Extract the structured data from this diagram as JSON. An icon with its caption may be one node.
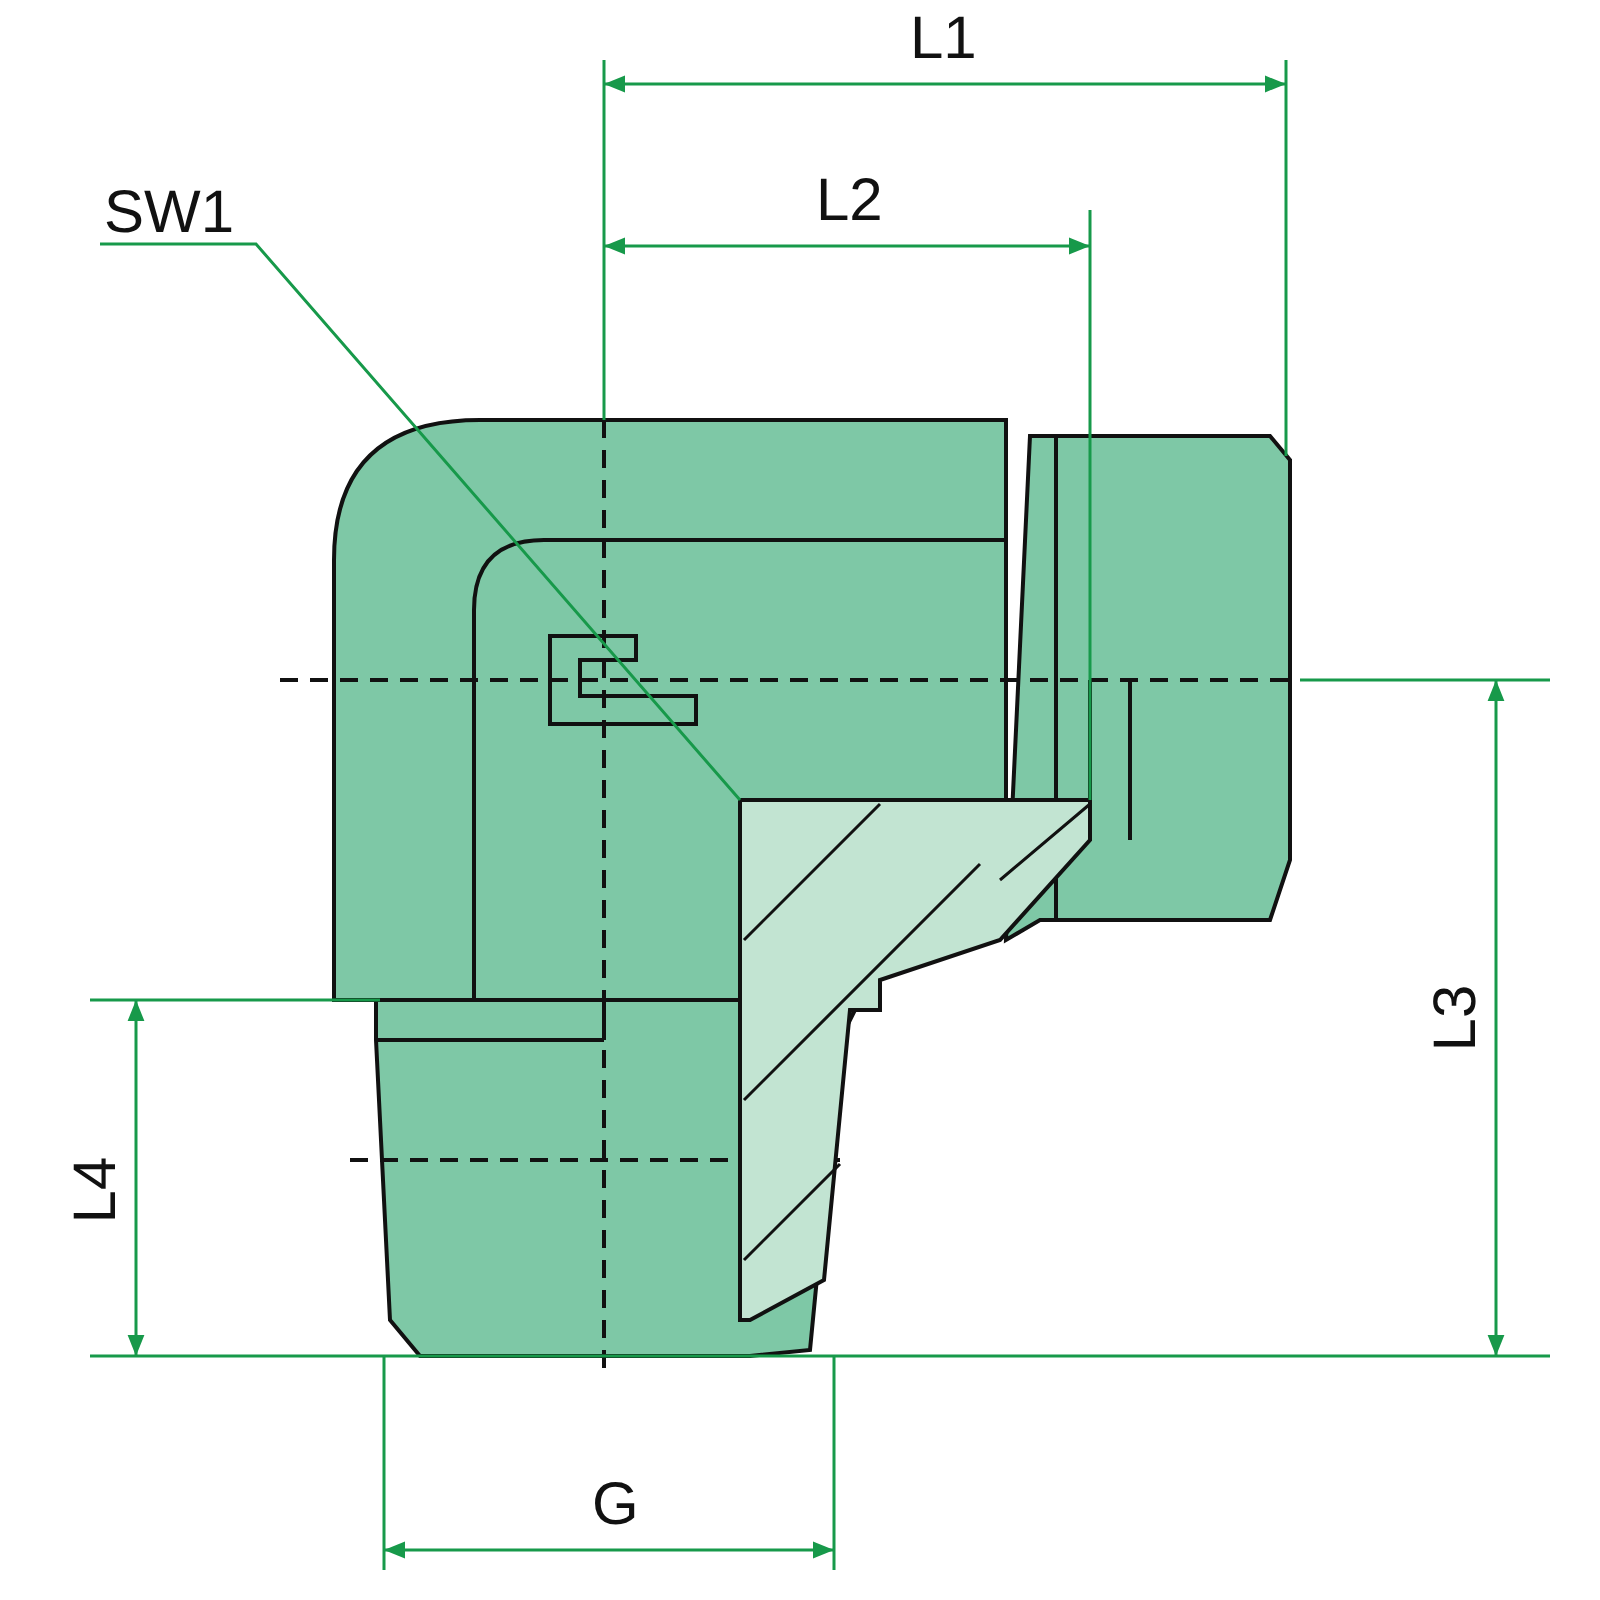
{
  "diagram": {
    "nodes": [
      {
        "text": [
          "SW1"
        ]
      },
      {
        "text": [],
        "shape": "picture"
      }
    ],
    "edges": [
      {
        "from": 0,
        "to": 1,
        "arrow": "none"
      }
    ],
    "labels": [
      "L1",
      "L2",
      "L3",
      "L4",
      "G"
    ]
  }
}
